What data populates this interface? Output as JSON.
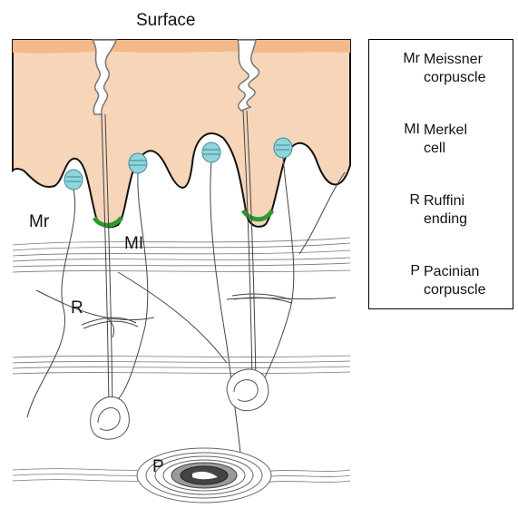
{
  "diagram": {
    "title": "Surface",
    "labels": {
      "meissner": "Mr",
      "merkel": "MI",
      "ruffini": "R",
      "pacinian": "P"
    }
  },
  "legend": {
    "items": [
      {
        "abbr": "Mr",
        "line1": "Meissner",
        "line2": "corpuscle"
      },
      {
        "abbr": "MI",
        "line1": "Merkel",
        "line2": "cell"
      },
      {
        "abbr": "R",
        "line1": "Ruffini",
        "line2": "ending"
      },
      {
        "abbr": "P",
        "line1": "Pacinian",
        "line2": "corpuscle"
      }
    ]
  },
  "colors": {
    "skin": "#f6d5b8",
    "surface_band": "#f3b98a",
    "meissner": "#8fd6dc",
    "merkel": "#2e9a2e",
    "fiber": "#555555"
  }
}
